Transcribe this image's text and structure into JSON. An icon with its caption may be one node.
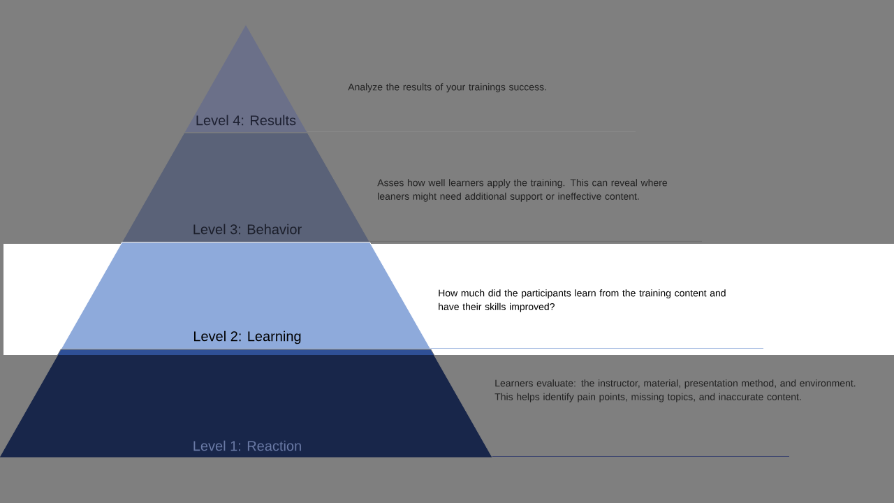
{
  "diagram": {
    "nodes": [
      {
        "text": [
          "Level 4: Results"
        ]
      },
      {
        "text": [
          "Level 3: Behavior"
        ],
        "beside": [
          "Asses how well learners apply the training. This can reveal where leaners might need additional support or ineffective content."
        ]
      },
      {
        "text": [
          "Level 2: Learning"
        ],
        "beside": [
          "How much did the participants learn from the training content and have their skills improved?"
        ]
      },
      {
        "text": [
          "Level 1: Reaction"
        ],
        "beside": [
          "Learners evaluate: the instructor, material, presentation method, and environment. This helps identify pain points, missing topics, and inaccurate content."
        ]
      }
    ],
    "labels": [
      "Analyze the results of your trainings success."
    ]
  }
}
